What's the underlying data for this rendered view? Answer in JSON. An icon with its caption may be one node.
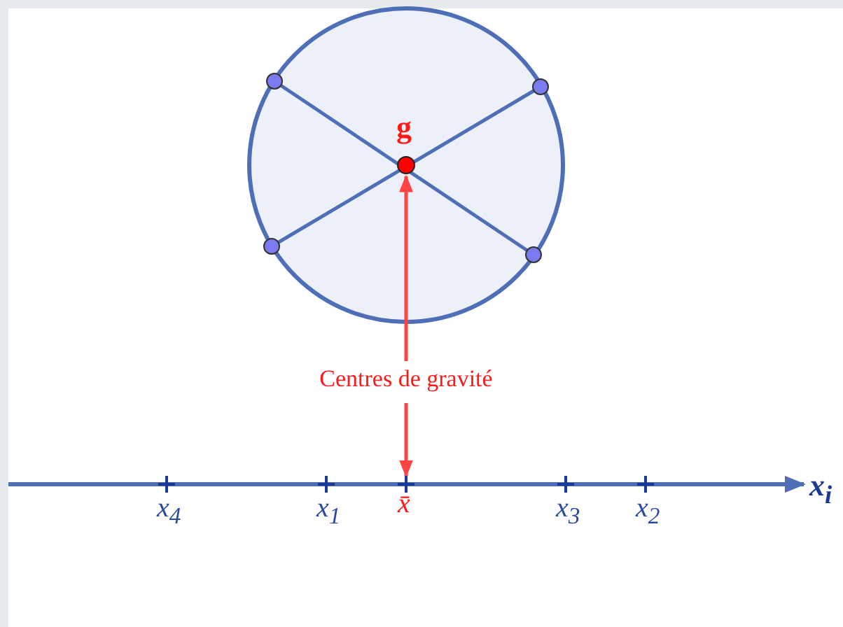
{
  "diagram": {
    "nodes": [
      {
        "text": [
          "Centres de gravité"
        ]
      },
      {
        "text": [
          "g"
        ]
      },
      {
        "text": [
          "x̄"
        ]
      }
    ],
    "edges": [
      {
        "from": 0,
        "to": 1,
        "arrow": "to",
        "color": "#ff4444"
      },
      {
        "from": 0,
        "to": 2,
        "arrow": "to",
        "color": "#ff4444"
      }
    ],
    "labels": [
      "x$_{4}$",
      "x$_{1}$",
      "x$_{3}$",
      "x$_{2}$",
      "x$_{i}$"
    ]
  }
}
